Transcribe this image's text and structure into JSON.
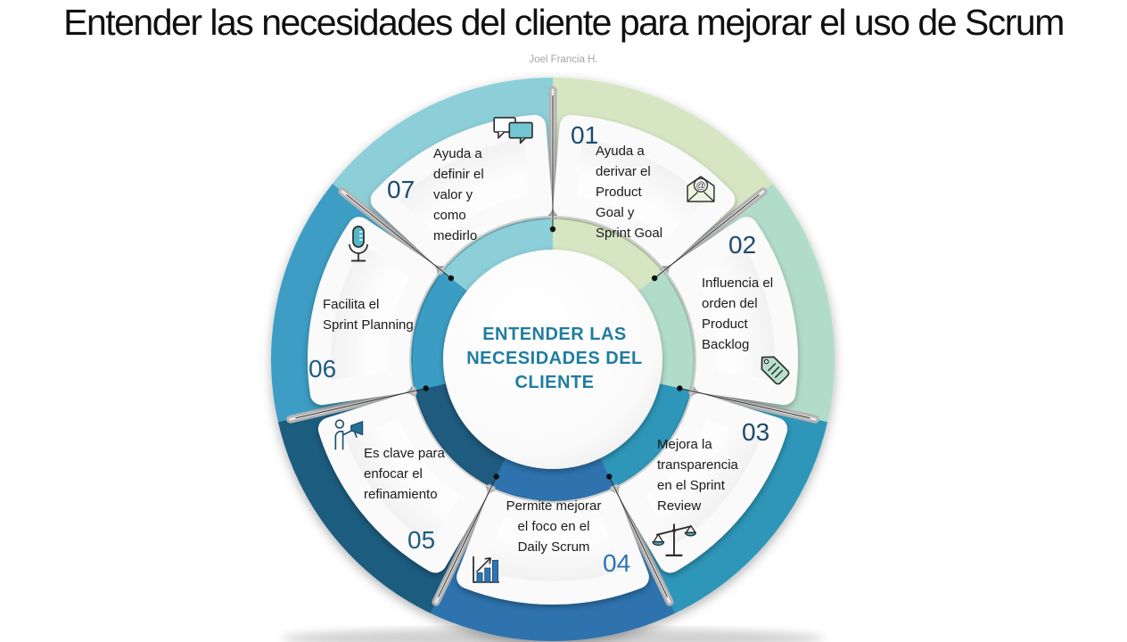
{
  "slide": {
    "title": "Entender las necesidades del cliente para mejorar el uso de Scrum",
    "subtitle": "Joel Francia H."
  },
  "center": {
    "label": "ENTENDER LAS\nNECESIDADES DEL\nCLIENTE",
    "color": "#1f7da0"
  },
  "segments": [
    {
      "number": "01",
      "number_color": "#1d4a70",
      "text": "Ayuda a\nderivar el\nProduct\nGoal y\nSprint Goal",
      "icon": "envelope-at-icon",
      "ring_color": "#d6e6c2"
    },
    {
      "number": "02",
      "number_color": "#1d4a70",
      "text": "Influencia el\norden del\nProduct\nBacklog",
      "icon": "price-tag-icon",
      "ring_color": "#b2dcca"
    },
    {
      "number": "03",
      "number_color": "#1d4a70",
      "text": "Mejora la\ntransparencia\nen el Sprint\nReview",
      "icon": "balance-scale-icon",
      "ring_color": "#2e96b8"
    },
    {
      "number": "04",
      "number_color": "#2e74b5",
      "text": "Permite mejorar\nel foco en el\nDaily Scrum",
      "icon": "bar-chart-icon",
      "ring_color": "#2e73ae"
    },
    {
      "number": "05",
      "number_color": "#1f5c80",
      "text": "Es clave para\nenfocar el\nrefinamiento",
      "icon": "megaphone-person-icon",
      "ring_color": "#1e5b7f"
    },
    {
      "number": "06",
      "number_color": "#1f5c80",
      "text": "Facilita el\nSprint Planning",
      "icon": "microphone-icon",
      "ring_color": "#3c9dc4"
    },
    {
      "number": "07",
      "number_color": "#1d4a70",
      "text": "Ayuda a\ndefinir el\nvalor y\ncomo\nmedirlo",
      "icon": "chat-bubbles-icon",
      "ring_color": "#8ccfd9"
    }
  ]
}
